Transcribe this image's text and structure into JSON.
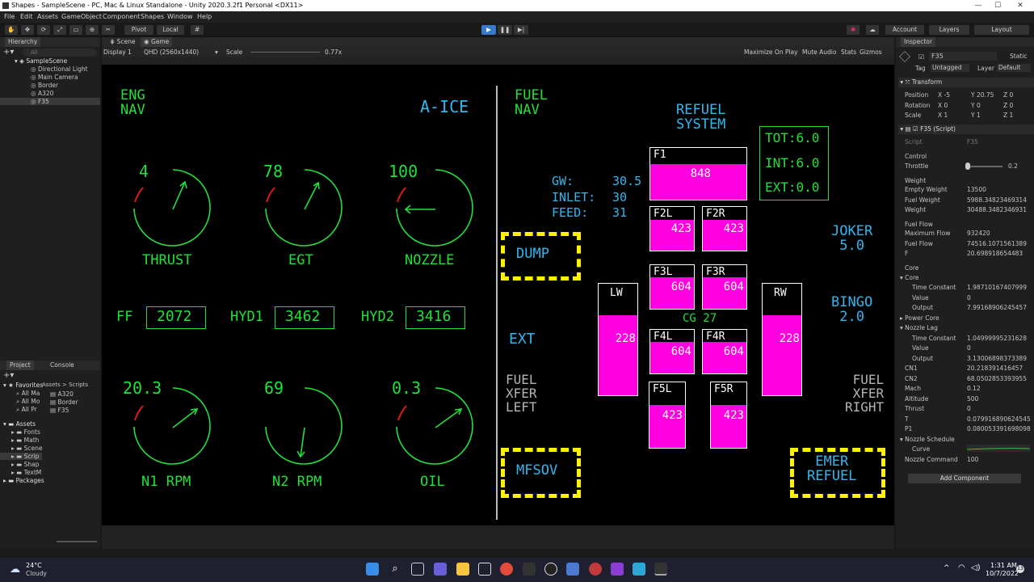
{
  "window": {
    "title": "Shapes - SampleScene - PC, Mac & Linux Standalone - Unity 2020.3.2f1 Personal <DX11>"
  },
  "menu": [
    "File",
    "Edit",
    "Assets",
    "GameObject",
    "Component",
    "Shapes",
    "Window",
    "Help"
  ],
  "toolbar": {
    "pivot": "Pivot",
    "local": "Local",
    "account": "Account",
    "layers": "Layers",
    "layout": "Layout"
  },
  "hierarchy": {
    "tab": "Hierarchy",
    "search_placeholder": "All",
    "scene": "SampleScene",
    "items": [
      "Directional Light",
      "Main Camera",
      "Border",
      "A320",
      "F35"
    ]
  },
  "scene_tabs": {
    "scene": "Scene",
    "game": "Game"
  },
  "game_bar": {
    "display": "Display 1",
    "resolution": "QHD (2560x1440)",
    "scale_label": "Scale",
    "scale_value": "0.77x",
    "maximize": "Maximize On Play",
    "mute": "Mute Audio",
    "stats": "Stats",
    "gizmos": "Gizmos"
  },
  "project": {
    "tab_project": "Project",
    "tab_console": "Console",
    "favorites": "Favorites",
    "fav_items": [
      "All Ma",
      "All Mo",
      "All Pr"
    ],
    "assets": "Assets",
    "asset_items": [
      "Fonts",
      "Math",
      "Scene",
      "Scrip",
      "Shap",
      "TextM"
    ],
    "packages": "Packages",
    "breadcrumb_a": "Assets",
    "breadcrumb_b": "Scripts",
    "files": [
      "A320",
      "Border",
      "F35"
    ]
  },
  "eng": {
    "header": "ENG\nNAV",
    "aice": "A-ICE",
    "gauges": [
      {
        "value": "4",
        "label": "THRUST"
      },
      {
        "value": "78",
        "label": "EGT"
      },
      {
        "value": "100",
        "label": "NOZZLE"
      },
      {
        "value": "20.3",
        "label": "N1 RPM"
      },
      {
        "value": "69",
        "label": "N2 RPM"
      },
      {
        "value": "0.3",
        "label": "OIL"
      }
    ],
    "ff_label": "FF",
    "ff": "2072",
    "hyd1_label": "HYD1",
    "hyd1": "3462",
    "hyd2_label": "HYD2",
    "hyd2": "3416"
  },
  "fuel": {
    "header": "FUEL\nNAV",
    "refuel": "REFUEL\nSYSTEM",
    "gw_label": "GW:",
    "gw": "30.5",
    "inlet_label": "INLET:",
    "inlet": "30",
    "feed_label": "FEED:",
    "feed": "31",
    "tot": "TOT:6.0",
    "int": "INT:6.0",
    "ext": "EXT:0.0",
    "dump": "DUMP",
    "ext_btn": "EXT",
    "xfer_left": "FUEL\nXFER\nLEFT",
    "xfer_right": "FUEL\nXFER\nRIGHT",
    "mfsov": "MFSOV",
    "emer": "EMER\nREFUEL",
    "joker": "JOKER\n5.0",
    "bingo": "BINGO\n2.0",
    "cg": "CG 27",
    "tanks": [
      {
        "name": "F1",
        "value": "848",
        "fill": 0.68
      },
      {
        "name": "F2L",
        "value": "423",
        "fill": 0.7
      },
      {
        "name": "F2R",
        "value": "423",
        "fill": 0.7
      },
      {
        "name": "F3L",
        "value": "604",
        "fill": 0.72
      },
      {
        "name": "F3R",
        "value": "604",
        "fill": 0.72
      },
      {
        "name": "LW",
        "value": "228",
        "fill": 0.72
      },
      {
        "name": "RW",
        "value": "228",
        "fill": 0.72
      },
      {
        "name": "F4L",
        "value": "604",
        "fill": 0.72
      },
      {
        "name": "F4R",
        "value": "604",
        "fill": 0.72
      },
      {
        "name": "F5L",
        "value": "423",
        "fill": 0.66
      },
      {
        "name": "F5R",
        "value": "423",
        "fill": 0.66
      }
    ]
  },
  "inspector": {
    "tab": "Inspector",
    "object": "F35",
    "static": "Static",
    "tag_label": "Tag",
    "tag": "Untagged",
    "layer_label": "Layer",
    "layer": "Default",
    "transform": "Transform",
    "position": "Position",
    "px": "-5",
    "py": "20.75",
    "pz": "0",
    "rotation": "Rotation",
    "rx": "0",
    "ry": "0",
    "rz": "0",
    "scale": "Scale",
    "sx": "1",
    "sy": "1",
    "sz": "1",
    "script_comp": "F35 (Script)",
    "script_label": "Script",
    "script_val": "F35",
    "control": "Control",
    "throttle_label": "Throttle",
    "throttle": "0.2",
    "weight": "Weight",
    "rows": [
      {
        "k": "Empty Weight",
        "v": "13500"
      },
      {
        "k": "Fuel Weight",
        "v": "5988.34823469314"
      },
      {
        "k": "Weight",
        "v": "30488.3482346931"
      }
    ],
    "fuelflow": "Fuel Flow",
    "rows2": [
      {
        "k": "Maximum Flow",
        "v": "932420"
      },
      {
        "k": "Fuel Flow",
        "v": "74516.1071561389"
      },
      {
        "k": "F",
        "v": "20.698918654483"
      }
    ],
    "core": "Core",
    "core_sub": "Core",
    "rows3": [
      {
        "k": "Time Constant",
        "v": "1.98710167407999"
      },
      {
        "k": "Value",
        "v": "0"
      },
      {
        "k": "Output",
        "v": "7.99168906245457"
      }
    ],
    "power_core": "Power Core",
    "nozzle_lag": "Nozzle Lag",
    "rows4": [
      {
        "k": "Time Constant",
        "v": "1.04999995231628"
      },
      {
        "k": "Value",
        "v": "0"
      },
      {
        "k": "Output",
        "v": "3.13006898373389"
      }
    ],
    "rows5": [
      {
        "k": "CN1",
        "v": "20.218391416457"
      },
      {
        "k": "CN2",
        "v": "68.0502853393955"
      },
      {
        "k": "Mach",
        "v": "0.12"
      },
      {
        "k": "Altitude",
        "v": "500"
      },
      {
        "k": "Thrust",
        "v": "0"
      },
      {
        "k": "T",
        "v": "0.079916890624545"
      },
      {
        "k": "P1",
        "v": "0.080053391698098"
      }
    ],
    "nozzle_sched": "Nozzle Schedule",
    "curve": "Curve",
    "nozzle_cmd_label": "Nozzle Command",
    "nozzle_cmd": "100",
    "add_component": "Add Component"
  },
  "taskbar": {
    "temp": "24°C",
    "weather": "Cloudy",
    "time": "1:31 AM",
    "date": "10/7/2022"
  }
}
